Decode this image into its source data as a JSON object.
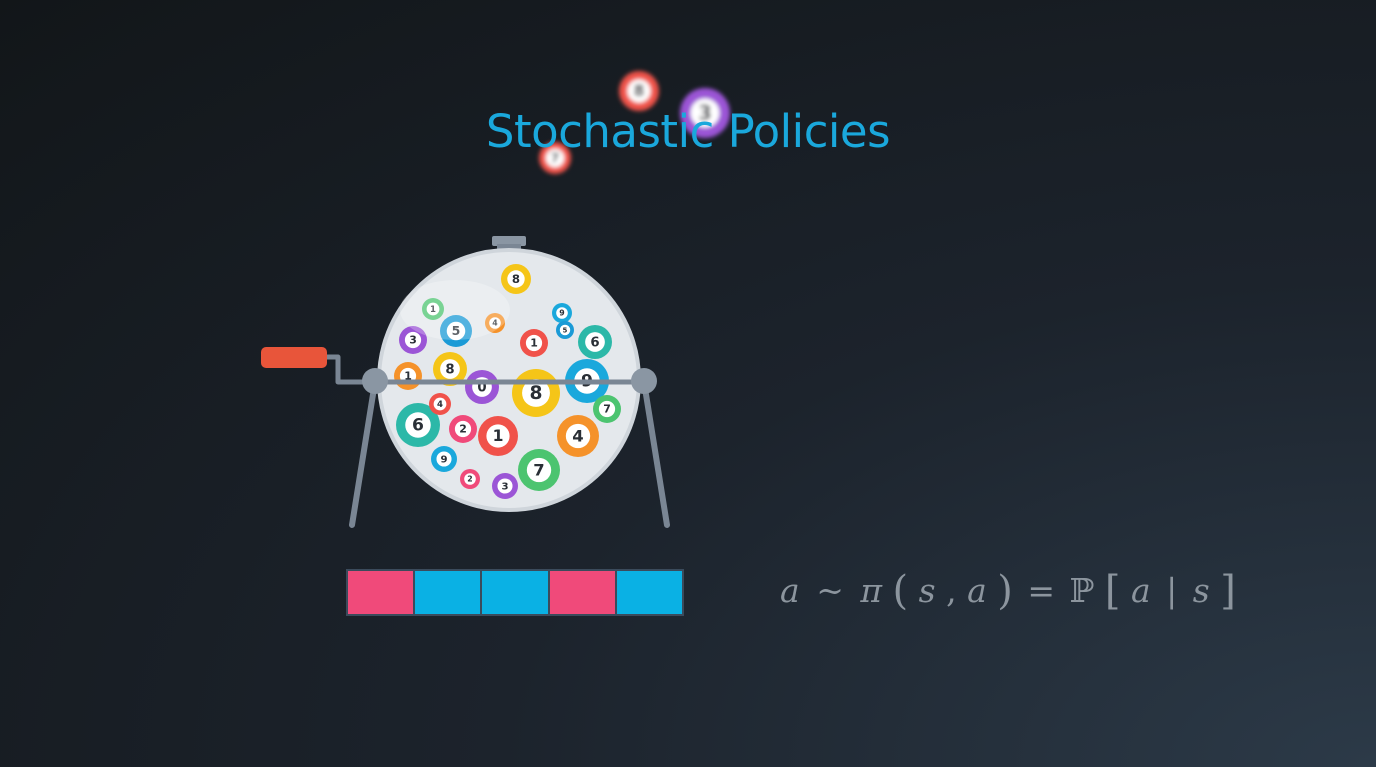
{
  "slide": {
    "title": "Stochastic Policies",
    "title_color": "#1aa8dc"
  },
  "formula": {
    "a1": "a",
    "tilde": "~",
    "pi": "π",
    "open_paren": "(",
    "s1": "s",
    "comma": ",",
    "a2": "a",
    "close_paren": ")",
    "equals": "=",
    "prob": "ℙ",
    "open_bracket": "[",
    "a3": "a",
    "bar": "|",
    "s2": "s",
    "close_bracket": "]"
  },
  "action_bar": {
    "cells": [
      {
        "color": "#f04a7a"
      },
      {
        "color": "#0ab1e4"
      },
      {
        "color": "#0ab1e4"
      },
      {
        "color": "#f04a7a"
      },
      {
        "color": "#0ab1e4"
      }
    ]
  },
  "lottery": {
    "handle_color": "#e8553a",
    "frame_color": "#7a8694",
    "drum_color": "#e6e9ec",
    "balls_inside": [
      {
        "num": "8",
        "color": "#f5c518"
      },
      {
        "num": "1",
        "color": "#4cc470"
      },
      {
        "num": "5",
        "color": "#1a9ad6"
      },
      {
        "num": "4",
        "color": "#f5922a"
      },
      {
        "num": "9",
        "color": "#1aa8dc"
      },
      {
        "num": "3",
        "color": "#9b55d6"
      },
      {
        "num": "1",
        "color": "#f0524a"
      },
      {
        "num": "6",
        "color": "#2cb8a8"
      },
      {
        "num": "5",
        "color": "#1a9ad6"
      },
      {
        "num": "8",
        "color": "#f5c518"
      },
      {
        "num": "0",
        "color": "#9b55d6"
      },
      {
        "num": "8",
        "color": "#f5c518"
      },
      {
        "num": "9",
        "color": "#1aa8dc"
      },
      {
        "num": "6",
        "color": "#2cb8a8"
      },
      {
        "num": "2",
        "color": "#f04a7a"
      },
      {
        "num": "1",
        "color": "#f0524a"
      },
      {
        "num": "7",
        "color": "#4cc470"
      },
      {
        "num": "4",
        "color": "#f5922a"
      },
      {
        "num": "9",
        "color": "#1aa8dc"
      },
      {
        "num": "7",
        "color": "#4cc470"
      },
      {
        "num": "2",
        "color": "#f04a7a"
      },
      {
        "num": "3",
        "color": "#9b55d6"
      },
      {
        "num": "1",
        "color": "#f5922a"
      },
      {
        "num": "4",
        "color": "#f0524a"
      }
    ],
    "balls_flying": [
      {
        "num": "8",
        "color": "#f0524a"
      },
      {
        "num": "3",
        "color": "#9b55d6"
      },
      {
        "num": "7",
        "color": "#f0524a"
      }
    ]
  }
}
